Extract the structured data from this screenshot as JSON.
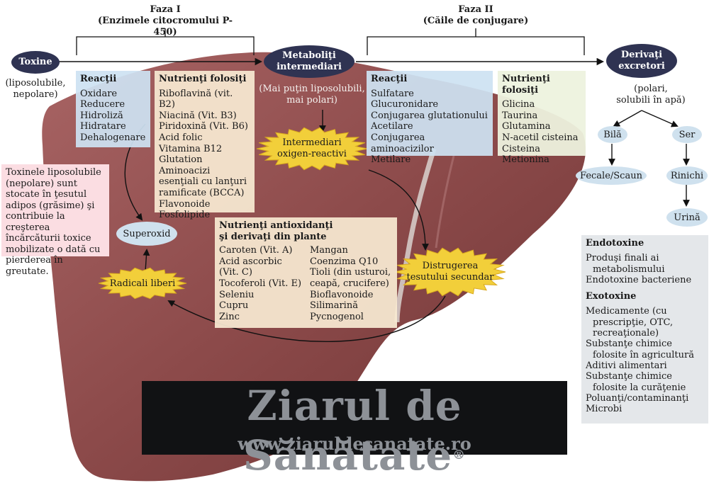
{
  "phase1": {
    "title": "Faza I",
    "subtitle": "(Enzimele citocromului P-450)"
  },
  "phase2": {
    "title": "Faza II",
    "subtitle": "(Căile de conjugare)"
  },
  "nodes": {
    "toxine": "Toxine",
    "toxine_note_1": "(liposolubile,",
    "toxine_note_2": "nepolare)",
    "metaboliti_1": "Metaboliţi",
    "metaboliti_2": "intermediari",
    "metaboliti_note_1": "(Mai puţin liposolubili,",
    "metaboliti_note_2": "mai polari)",
    "derivati_1": "Derivaţi",
    "derivati_2": "excretori",
    "derivati_note_1": "(polari,",
    "derivati_note_2": "solubili în apă)"
  },
  "reactii1": {
    "title": "Reacţii",
    "items": [
      "Oxidare",
      "Reducere",
      "Hidroliză",
      "Hidratare",
      "Dehalogenare"
    ]
  },
  "nutrienti1": {
    "title": "Nutrienţi folosiţi",
    "items": [
      "Riboflavină (vit. B2)",
      "Niacină (Vit. B3)",
      "Piridoxină (Vit. B6)",
      "Acid folic",
      "Vitamina B12",
      "Glutation",
      "Aminoacizi",
      "esenţiali cu lanţuri",
      "ramificate (BCCA)",
      "Flavonoide",
      "Fosfolipide"
    ]
  },
  "reactii2": {
    "title": "Reacţii",
    "items": [
      "Sulfatare",
      "Glucuronidare",
      "Conjugarea glutationului",
      "Acetilare",
      "Conjugarea aminoacizilor",
      "Metilare"
    ]
  },
  "nutrienti2": {
    "title": "Nutrienţi folosiţi",
    "items": [
      "Glicina",
      "Taurina",
      "Glutamina",
      "N-acetil cisteina",
      "Cisteina",
      "Metionina"
    ]
  },
  "antioxidanti": {
    "title_1": "Nutrienţi antioxidanţi",
    "title_2": "şi derivaţi din plante",
    "col1": [
      "Caroten (Vit. A)",
      "Acid ascorbic",
      "(Vit. C)",
      "Tocoferoli (Vit. E)",
      "Seleniu",
      "Cupru",
      "Zinc"
    ],
    "col2": [
      "Mangan",
      "Coenzima Q10",
      "Tioli (din usturoi,",
      "ceapă, crucifere)",
      "Bioflavonoide",
      "Silimarină",
      "Pycnogenol"
    ]
  },
  "pink_note": [
    "Toxinele liposolubile",
    "(nepolare) sunt",
    "stocate în ţesutul",
    "adipos (grăsime) şi",
    "contribuie la creşterea",
    "încărcăturii toxice",
    "mobilizate o dată cu",
    "pierderea în greutate."
  ],
  "stars": {
    "oxigen_1": "Intermediari",
    "oxigen_2": "oxigen-reactivi",
    "distrugerea_1": "Distrugerea",
    "distrugerea_2": "ţesutului secundar",
    "radicali": "Radicali liberi"
  },
  "superoxid": "Superoxid",
  "excretion": {
    "bila": "Bilă",
    "ser": "Ser",
    "fecale": "Fecale/Scaun",
    "rinichi": "Rinichi",
    "urina": "Urină"
  },
  "grey": {
    "endo_title": "Endotoxine",
    "endo_items": [
      "Produşi finali ai",
      "metabolismului",
      "Endotoxine bacteriene"
    ],
    "exo_title": "Exotoxine",
    "exo_items": [
      "Medicamente (cu",
      "prescripţie, OTC,",
      "recreaţionale)",
      "Substanţe chimice",
      "folosite în agricultură",
      "Aditivi alimentari",
      "Substanţe chimice",
      "folosite la curăţenie",
      "Poluanţi/contaminanţi",
      "Microbi"
    ]
  },
  "watermark": {
    "logo": "Ziarul de Sănătate",
    "reg": "®",
    "url": "www.ziaruldesanatate.ro"
  },
  "colors": {
    "liver": "#8c4a4a",
    "oval": "#2f3352",
    "star": "#f2cf3a"
  }
}
